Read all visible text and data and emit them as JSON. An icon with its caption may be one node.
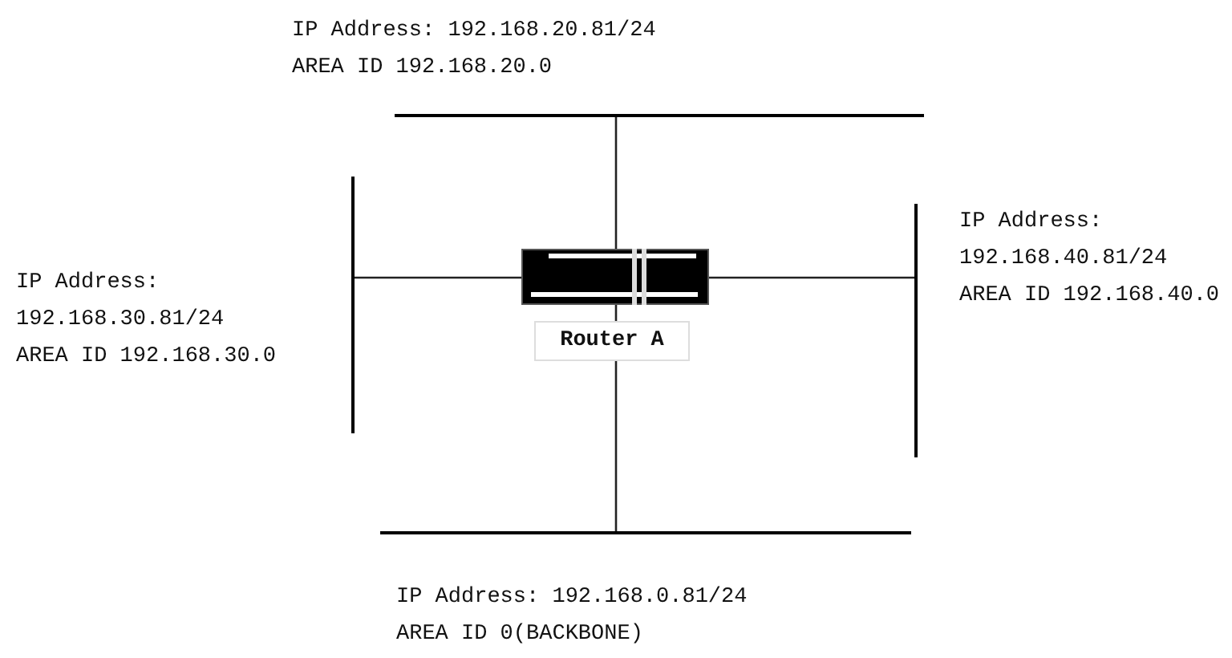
{
  "diagram": {
    "nodes": [
      {
        "text": [],
        "shape": "box",
        "beside": [
          "Router A"
        ]
      },
      {
        "text": [],
        "shape": "bar",
        "beside": [
          "IP Address: 192.168.20.81/24",
          "AREA ID 192.168.20.0"
        ]
      },
      {
        "text": [],
        "shape": "bar",
        "beside": [
          "IP Address: 192.168.30.81/24",
          "AREA ID 192.168.30.0"
        ]
      },
      {
        "text": [],
        "shape": "bar",
        "beside": [
          "IP Address: 192.168.40.81/24",
          "AREA ID 192.168.40.0"
        ]
      },
      {
        "text": [],
        "shape": "bar",
        "beside": [
          "IP Address: 192.168.0.81/24",
          "AREA ID 0(BACKBONE)"
        ]
      }
    ],
    "edges": [
      {
        "from": 0,
        "to": 1,
        "arrow": "none"
      },
      {
        "from": 0,
        "to": 2,
        "arrow": "none"
      },
      {
        "from": 0,
        "to": 3,
        "arrow": "none"
      },
      {
        "from": 0,
        "to": 4,
        "arrow": "none"
      }
    ]
  }
}
